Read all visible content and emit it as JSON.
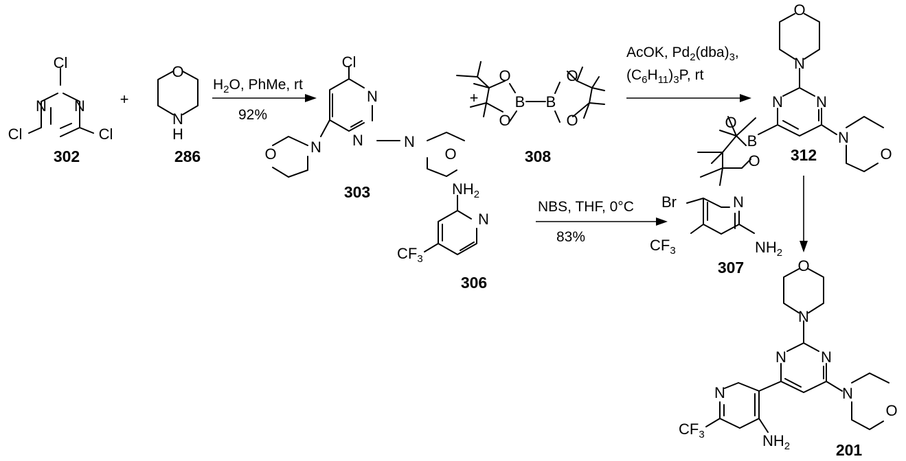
{
  "atoms": {
    "Cl": "Cl",
    "N": "N",
    "O": "O",
    "H": "H",
    "B": "B",
    "Br": "Br",
    "CF": "CF",
    "three": "3",
    "NH": "NH",
    "two": "2",
    "plus": "+"
  },
  "compounds": {
    "c302": "302",
    "c286": "286",
    "c303": "303",
    "c308": "308",
    "c312": "312",
    "c306": "306",
    "c307": "307",
    "c201": "201"
  },
  "reactions": {
    "r1": {
      "line1_pre": "H",
      "line1_sub": "2",
      "line1_post": "O, PhMe, rt",
      "yield": "92%"
    },
    "r2": {
      "line1_pre": "AcOK, Pd",
      "line1_sub1": "2",
      "line1_mid": "(dba)",
      "line1_sub2": "3",
      "line1_post": ",",
      "line2_pre": "(C",
      "line2_sub1": "6",
      "line2_mid1": "H",
      "line2_sub2": "11",
      "line2_mid2": ")",
      "line2_sub3": "3",
      "line2_post": "P,  rt"
    },
    "r3": {
      "line1": "NBS, THF, 0°C",
      "yield": "83%"
    }
  }
}
